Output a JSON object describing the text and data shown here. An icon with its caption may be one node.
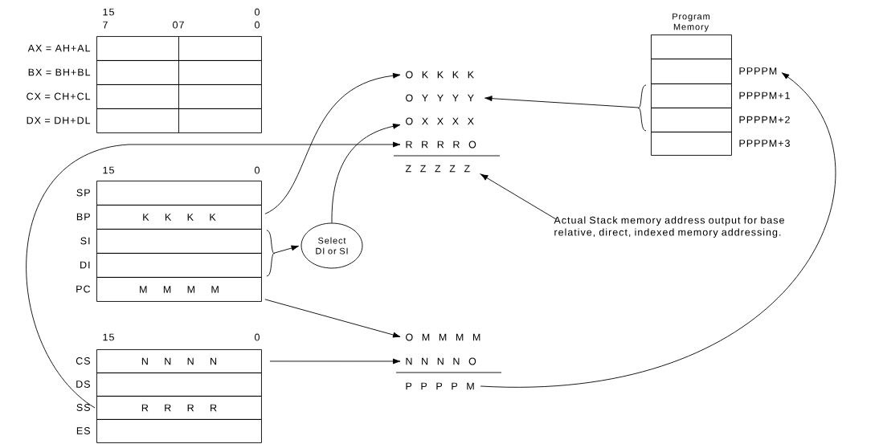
{
  "diagram": {
    "nodes": [
      {
        "text": [
          "AX = AH+AL"
        ]
      },
      {
        "text": [
          "BX = BH+BL"
        ]
      },
      {
        "text": [
          "CX = CH+CL"
        ]
      },
      {
        "text": [
          "DX = DH+DL"
        ]
      },
      {
        "text": [
          "SP"
        ]
      },
      {
        "text": [
          "BP",
          "K K K K"
        ]
      },
      {
        "text": [
          "SI"
        ]
      },
      {
        "text": [
          "DI"
        ]
      },
      {
        "text": [
          "PC",
          "M M M M"
        ]
      },
      {
        "text": [
          "CS",
          "N N N N"
        ]
      },
      {
        "text": [
          "DS"
        ]
      },
      {
        "text": [
          "SS",
          "R R R R"
        ]
      },
      {
        "text": [
          "ES"
        ]
      },
      {
        "text": [
          "Select DI or SI"
        ]
      },
      {
        "text": [
          "O K K K K"
        ]
      },
      {
        "text": [
          "O Y Y Y Y"
        ]
      },
      {
        "text": [
          "O X X X X"
        ]
      },
      {
        "text": [
          "R R R R O"
        ]
      },
      {
        "text": [
          "Z Z Z Z Z"
        ]
      },
      {
        "text": [
          "Actual Stack memory address output for base relative, direct, indexed memory addressing."
        ]
      },
      {
        "text": [
          "O M M M M"
        ]
      },
      {
        "text": [
          "N N N N O"
        ]
      },
      {
        "text": [
          "P P P P M"
        ]
      },
      {
        "text": [
          "Program Memory"
        ]
      },
      {
        "text": [
          "PPPPM"
        ]
      },
      {
        "text": [
          "PPPPM+1"
        ]
      },
      {
        "text": [
          "PPPPM+2"
        ]
      },
      {
        "text": [
          "PPPPM+3"
        ]
      }
    ],
    "edges": [
      {
        "from": 5,
        "to": 14,
        "arrow": "to"
      },
      {
        "from": 13,
        "to": 16,
        "arrow": "to"
      },
      {
        "from": 6,
        "to": 13,
        "arrow": "to"
      },
      {
        "from": 7,
        "to": 13,
        "arrow": "to"
      },
      {
        "from": 25,
        "to": 15,
        "arrow": "to"
      },
      {
        "from": 26,
        "to": 15,
        "arrow": "to"
      },
      {
        "from": 11,
        "to": 17,
        "arrow": "to"
      },
      {
        "from": 19,
        "to": 18,
        "arrow": "to"
      },
      {
        "from": 8,
        "to": 20,
        "arrow": "to"
      },
      {
        "from": 9,
        "to": 21,
        "arrow": "to"
      },
      {
        "from": 22,
        "to": 24,
        "arrow": "to"
      }
    ],
    "labels": [
      "15",
      "0",
      "7",
      "07",
      "0",
      "15",
      "0",
      "15",
      "0"
    ]
  }
}
